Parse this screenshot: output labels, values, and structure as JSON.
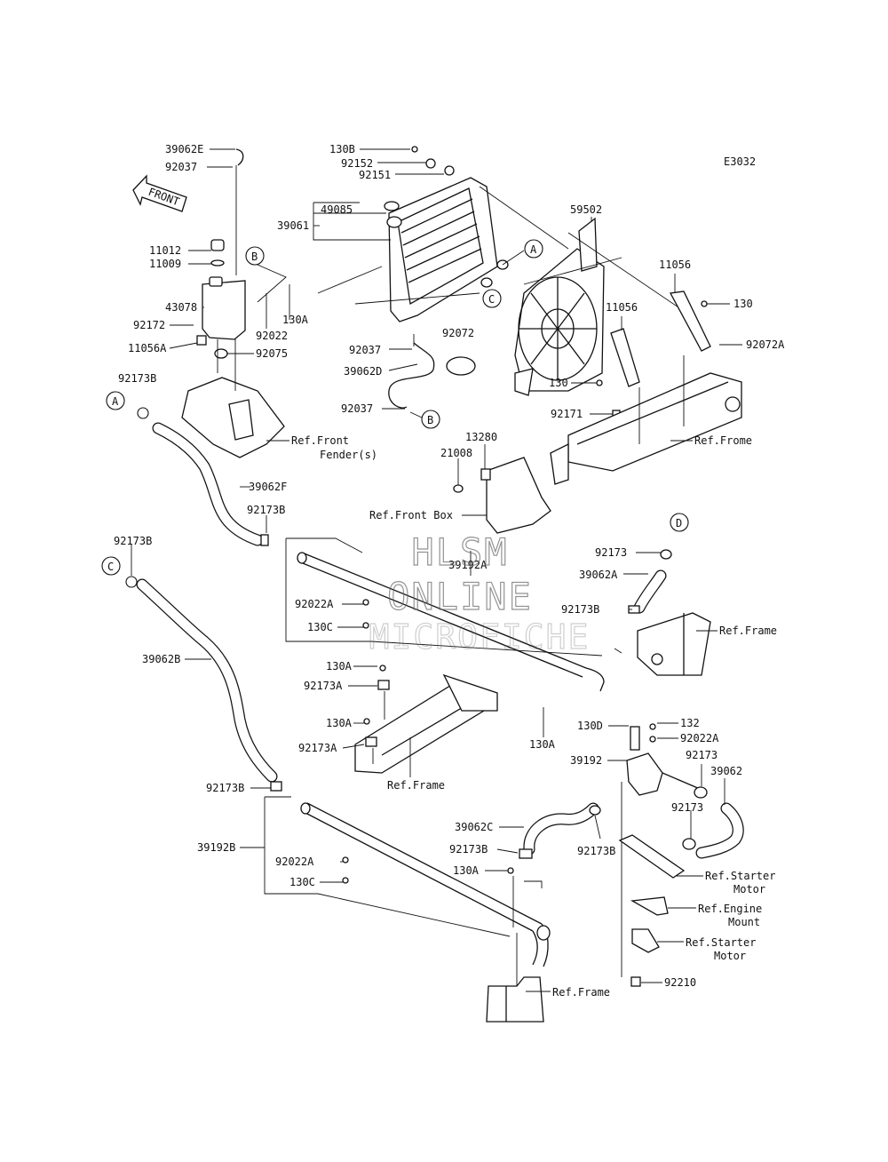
{
  "diagram_code": "E3032",
  "front_arrow_label": "FRONT",
  "watermark": {
    "line1": "HLSM",
    "line2": "ONLINE",
    "line3": "MICROFICHE"
  },
  "labels": {
    "p39062E": "39062E",
    "p92037_a": "92037",
    "p11012": "11012",
    "p11009": "11009",
    "p43078": "43078",
    "p92172": "92172",
    "p11056A": "11056A",
    "p92173B_a": "92173B",
    "p92022": "92022",
    "p130A_a": "130A",
    "p92075": "92075",
    "p130B": "130B",
    "p92152": "92152",
    "p92151": "92151",
    "p49085": "49085",
    "p39061": "39061",
    "p59502": "59502",
    "p11056_a": "11056",
    "p130_a": "130",
    "p11056_b": "11056",
    "p92072A": "92072A",
    "p130_b": "130",
    "p92171": "92171",
    "p92037_b": "92037",
    "p39062D": "39062D",
    "p92037_c": "92037",
    "p92072": "92072",
    "p13280": "13280",
    "p21008": "21008",
    "p39062F": "39062F",
    "p92173B_b": "92173B",
    "p92173B_c": "92173B",
    "p39192A": "39192A",
    "p92173_a": "92173",
    "p39062A": "39062A",
    "p92173B_d": "92173B",
    "p92022A_a": "92022A",
    "p130C_a": "130C",
    "p39062B": "39062B",
    "p130A_b": "130A",
    "p92173A_a": "92173A",
    "p130A_c": "130A",
    "p92173A_b": "92173A",
    "p130A_d": "130A",
    "p130D": "130D",
    "p132": "132",
    "p92022A_b": "92022A",
    "p39192": "39192",
    "p92173_b": "92173",
    "p39062": "39062",
    "p92173_c": "92173",
    "p92173B_e": "92173B",
    "p39192B": "39192B",
    "p39062C": "39062C",
    "p92173B_f": "92173B",
    "p92173B_g": "92173B",
    "p130A_e": "130A",
    "p92022A_c": "92022A",
    "p130C_b": "130C",
    "p92210": "92210"
  },
  "refs": {
    "front_fender_1": "Ref.Front",
    "front_fender_2": "Fender(s)",
    "frame_upper_right": "Ref.Frome",
    "front_box": "Ref.Front Box",
    "frame_right": "Ref.Frame",
    "frame_center": "Ref.Frame",
    "starter_motor_a1": "Ref.Starter",
    "starter_motor_a2": "Motor",
    "engine_mount_1": "Ref.Engine",
    "engine_mount_2": "Mount",
    "starter_motor_b1": "Ref.Starter",
    "starter_motor_b2": "Motor",
    "frame_bottom": "Ref.Frame"
  },
  "callouts": {
    "A_top": "A",
    "B_top": "B",
    "C_top": "C",
    "A_left": "A",
    "B_mid": "B",
    "C_left": "C",
    "D_right": "D"
  }
}
